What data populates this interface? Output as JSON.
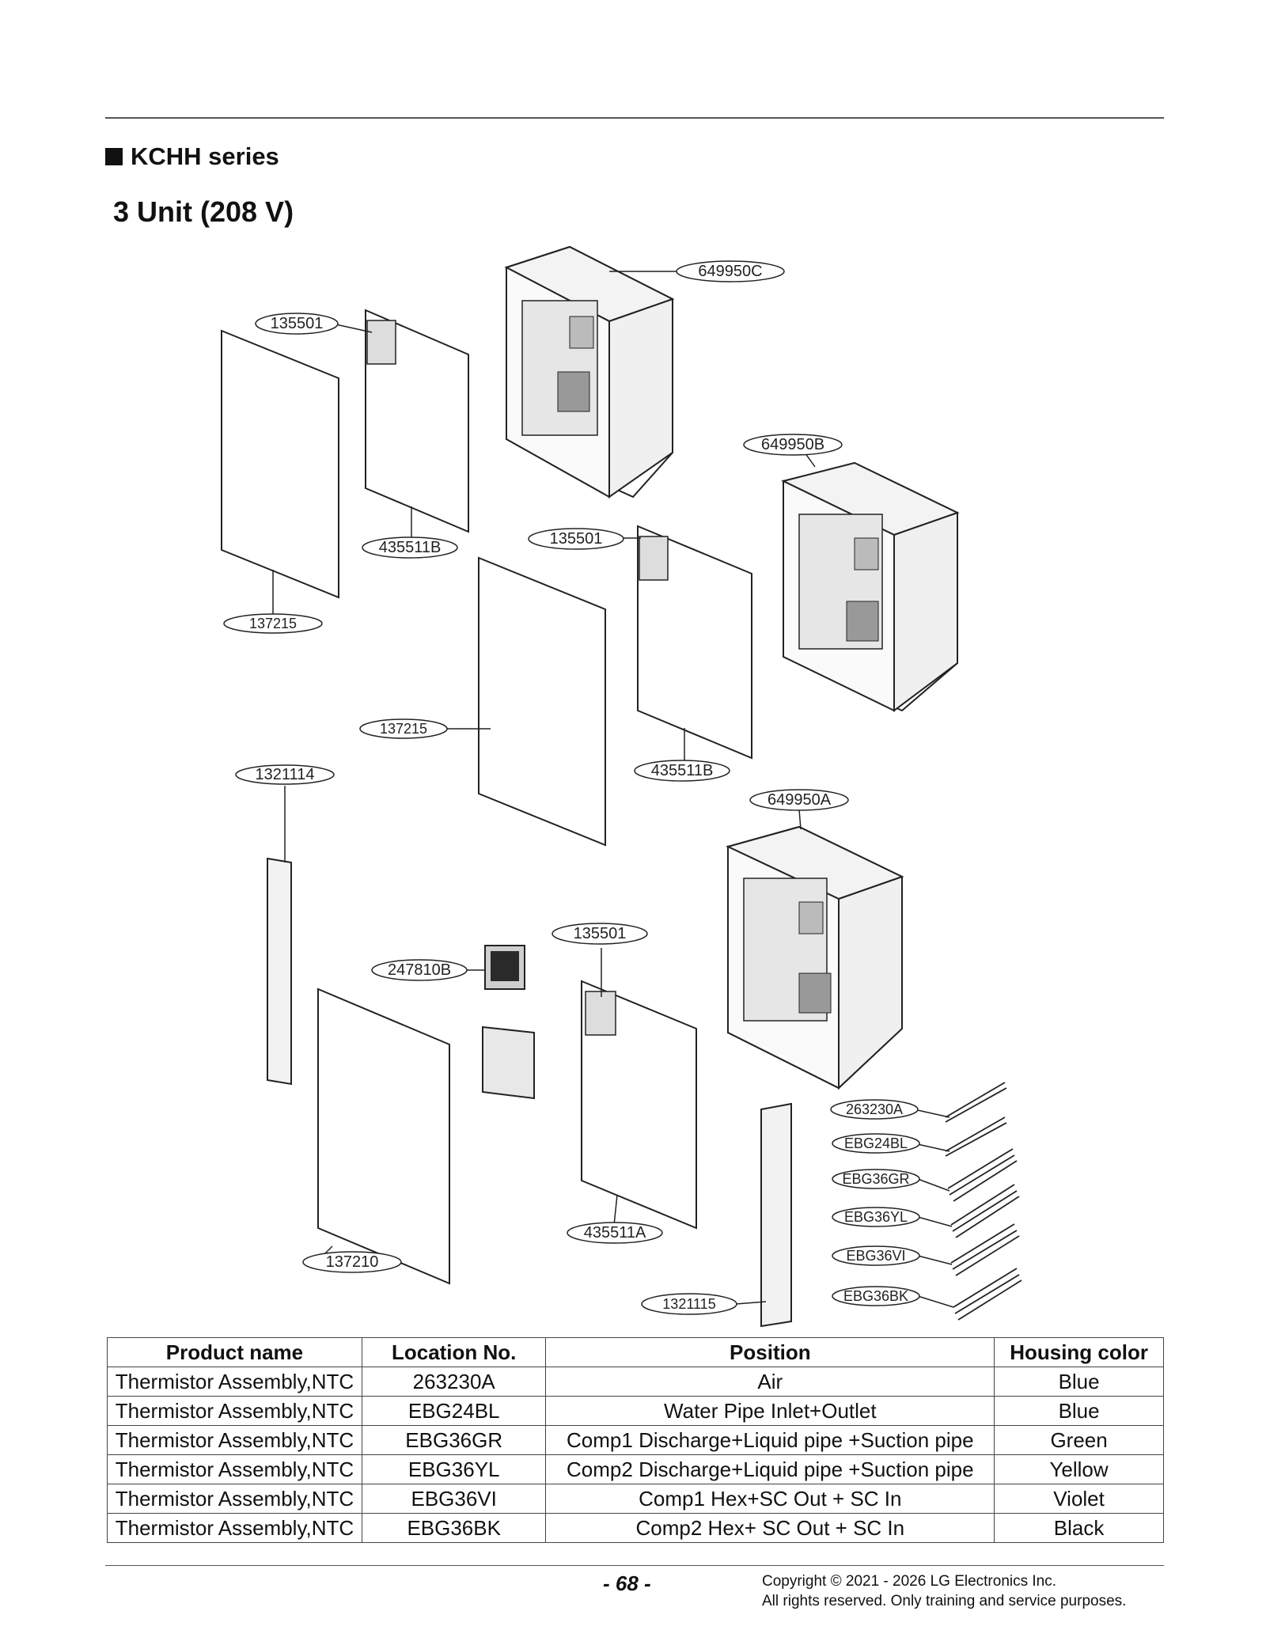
{
  "header": {
    "series_title": "KCHH series",
    "unit_title": "3 Unit (208 V)"
  },
  "diagram": {
    "labels": [
      {
        "id": "l1",
        "text": "649950C"
      },
      {
        "id": "l2",
        "text": "135501"
      },
      {
        "id": "l3",
        "text": "649950B"
      },
      {
        "id": "l4",
        "text": "435511B"
      },
      {
        "id": "l5",
        "text": "135501"
      },
      {
        "id": "l6",
        "text": "137215"
      },
      {
        "id": "l7",
        "text": "137215"
      },
      {
        "id": "l8",
        "text": "1321114"
      },
      {
        "id": "l9",
        "text": "435511B"
      },
      {
        "id": "l10",
        "text": "649950A"
      },
      {
        "id": "l11",
        "text": "135501"
      },
      {
        "id": "l12",
        "text": "247810B"
      },
      {
        "id": "l13",
        "text": "263230A"
      },
      {
        "id": "l14",
        "text": "EBG24BL"
      },
      {
        "id": "l15",
        "text": "EBG36GR"
      },
      {
        "id": "l16",
        "text": "EBG36YL"
      },
      {
        "id": "l17",
        "text": "435511A"
      },
      {
        "id": "l18",
        "text": "EBG36VI"
      },
      {
        "id": "l19",
        "text": "137210"
      },
      {
        "id": "l20",
        "text": "1321115"
      },
      {
        "id": "l21",
        "text": "EBG36BK"
      }
    ]
  },
  "table": {
    "headers": [
      "Product name",
      "Location No.",
      "Position",
      "Housing color"
    ],
    "rows": [
      [
        "Thermistor Assembly,NTC",
        "263230A",
        "Air",
        "Blue"
      ],
      [
        "Thermistor Assembly,NTC",
        "EBG24BL",
        "Water Pipe Inlet+Outlet",
        "Blue"
      ],
      [
        "Thermistor Assembly,NTC",
        "EBG36GR",
        "Comp1 Discharge+Liquid pipe +Suction pipe",
        "Green"
      ],
      [
        "Thermistor Assembly,NTC",
        "EBG36YL",
        "Comp2 Discharge+Liquid pipe +Suction pipe",
        "Yellow"
      ],
      [
        "Thermistor Assembly,NTC",
        "EBG36VI",
        "Comp1 Hex+SC Out + SC In",
        "Violet"
      ],
      [
        "Thermistor Assembly,NTC",
        "EBG36BK",
        "Comp2 Hex+ SC Out + SC In",
        "Black"
      ]
    ]
  },
  "footer": {
    "page_number": "- 68 -",
    "copyright_line1": "Copyright © 2021 - 2026 LG Electronics Inc.",
    "copyright_line2": "All rights reserved. Only training and service purposes."
  }
}
